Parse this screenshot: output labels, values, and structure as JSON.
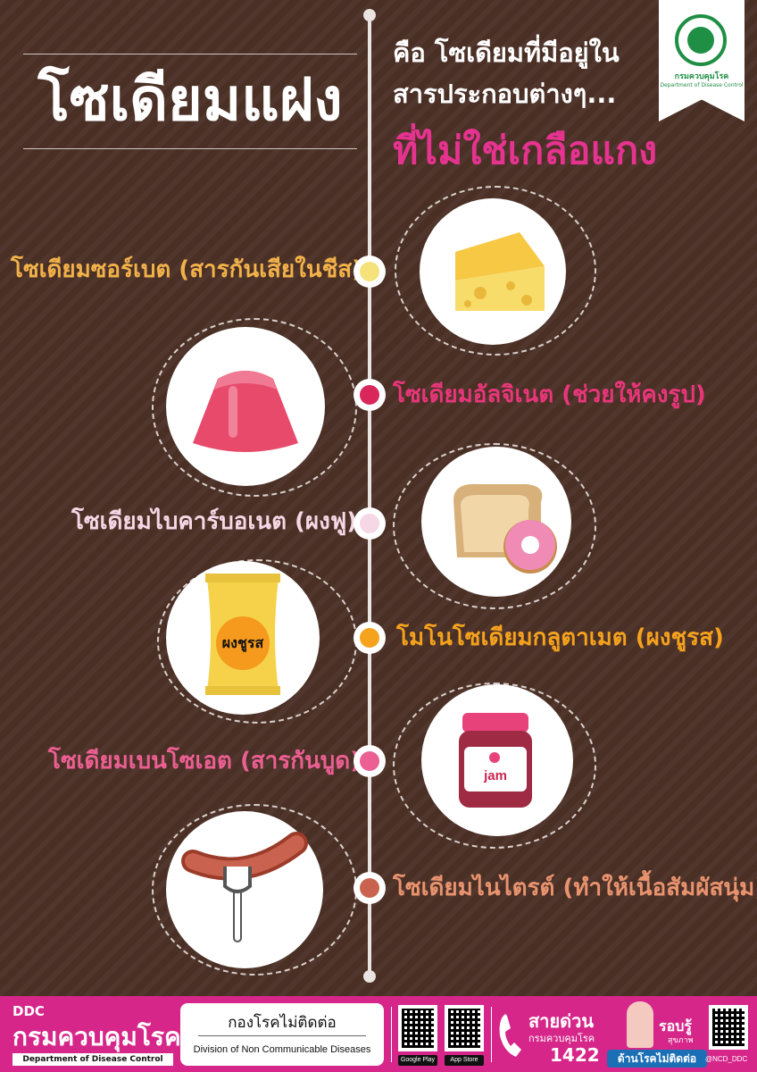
{
  "title": "โซเดียมแฝง",
  "subtitle": {
    "line1": "คือ โซเดียมที่มีอยู่ใน",
    "line2": "สารประกอบต่างๆ...",
    "highlight": "ที่ไม่ใช่เกลือแกง"
  },
  "badge": {
    "name_th": "กรมควบคุมโรค",
    "name_en": "Department of Disease Control"
  },
  "items": [
    {
      "label": "โซเดียมซอร์เบต (สารกันเสียในชีส)",
      "icon": "cheese-icon",
      "dot_color": "#f5e27a",
      "label_color": "#f2b24a"
    },
    {
      "label": "โซเดียมอัลจิเนต (ช่วยให้คงรูป)",
      "icon": "jelly-icon",
      "dot_color": "#d9265b",
      "label_color": "#e8367a"
    },
    {
      "label": "โซเดียมไบคาร์บอเนต (ผงฟู)",
      "icon": "bread-donut-icon",
      "dot_color": "#f6d7e6",
      "label_color": "#f6d7e6"
    },
    {
      "label": "โมโนโซเดียมกลูตาเมต (ผงชูรส)",
      "icon": "msg-packet-icon",
      "dot_color": "#f5a21d",
      "label_color": "#f5a21d",
      "packet_text": "ผงชูรส"
    },
    {
      "label": "โซเดียมเบนโซเอต (สารกันบูด)",
      "icon": "jam-jar-icon",
      "dot_color": "#ec5f93",
      "label_color": "#ec5f93",
      "jar_text": "jam"
    },
    {
      "label": "โซเดียมไนไตรต์ (ทำให้เนื้อสัมผัสนุ่ม)",
      "icon": "sausage-fork-icon",
      "dot_color": "#c9624f",
      "label_color": "#e9936f"
    }
  ],
  "footer": {
    "ddc": "DDC",
    "brand": "กรมควบคุมโรค",
    "dept": "Department of Disease Control",
    "division_th": "กองโรคไม่ติดต่อ",
    "division_en": "Division of Non Communicable Diseases",
    "google_play": "Google Play",
    "app_store": "App Store",
    "hotline_title": "สายด่วน",
    "hotline_sub": "กรมควบคุมโรค",
    "hotline_number": "1422",
    "robru": "รอบรู้",
    "robru_sub": "สุขภาพ",
    "robru_band": "ด้านโรคไม่ติดต่อ",
    "handle": "@NCD_DDC"
  }
}
